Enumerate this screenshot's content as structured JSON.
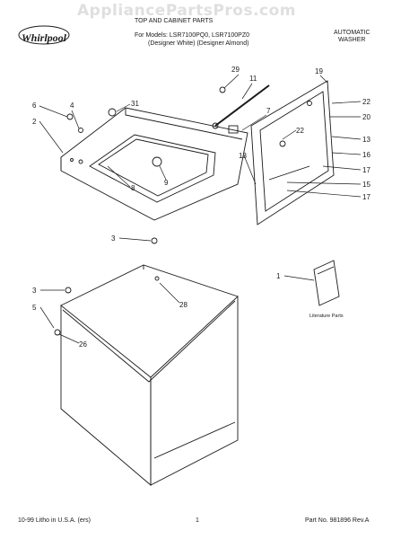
{
  "watermark": "AppliancePartsPros.com",
  "brand": {
    "logo_text": "Whirlpool",
    "logo_icon": "whirlpool-logo"
  },
  "header": {
    "title_line": "TOP AND CABINET PARTS",
    "models_line": "For Models: LSR7100PQ0, LSR7100PZ0",
    "variant_line": "(Designer White) (Designer Almond)",
    "type_line1": "AUTOMATIC",
    "type_line2": "WASHER"
  },
  "callouts": [
    "29",
    "11",
    "31",
    "6",
    "4",
    "2",
    "7",
    "19",
    "22",
    "20",
    "22",
    "13",
    "16",
    "13",
    "17",
    "15",
    "17",
    "8",
    "9",
    "3",
    "1",
    "3",
    "5",
    "28",
    "26"
  ],
  "literature_label": "Literature Parts",
  "footer": {
    "litho": "10-99 Litho in U.S.A. (ers)",
    "page_number": "1",
    "part_number": "Part No. 981896 Rev.A"
  }
}
